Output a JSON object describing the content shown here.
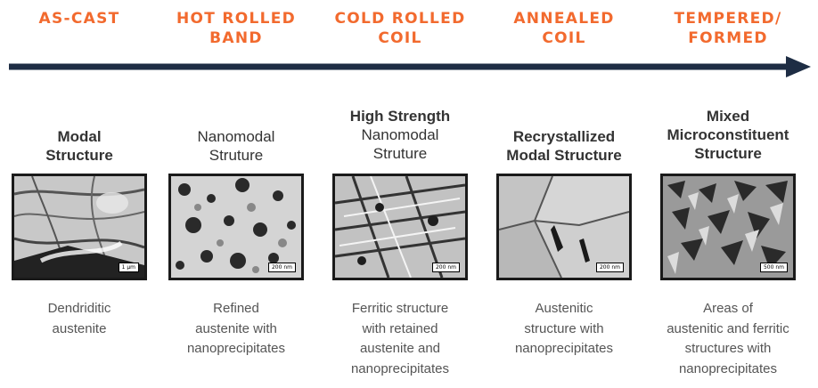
{
  "colors": {
    "stage_accent": "#f26a2e",
    "arrow": "#1e2d44",
    "title": "#333333",
    "description": "#555555"
  },
  "stages": [
    {
      "stage_lines": [
        "AS-CAST"
      ],
      "title_lines": [
        {
          "text": "Modal",
          "bold": true
        },
        {
          "text": "Structure",
          "bold": true
        }
      ],
      "image_name": "modal-structure-micrograph",
      "scale_label": "1 µm",
      "description_lines": [
        "Dendriditic",
        "austenite"
      ]
    },
    {
      "stage_lines": [
        "HOT ROLLED",
        "BAND"
      ],
      "title_lines": [
        {
          "text": "Nanomodal",
          "bold": false
        },
        {
          "text": "Struture",
          "bold": false
        }
      ],
      "image_name": "nanomodal-structure-micrograph",
      "scale_label": "200 nm",
      "description_lines": [
        "Refined",
        "austenite with",
        "nanoprecipitates"
      ]
    },
    {
      "stage_lines": [
        "COLD ROLLED",
        "COIL"
      ],
      "title_lines": [
        {
          "text": "High Strength",
          "bold": true
        },
        {
          "text": "Nanomodal",
          "bold": false
        },
        {
          "text": "Struture",
          "bold": false
        }
      ],
      "image_name": "high-strength-nanomodal-micrograph",
      "scale_label": "200 nm",
      "description_lines": [
        "Ferritic structure",
        "with retained",
        "austenite and",
        "nanoprecipitates"
      ]
    },
    {
      "stage_lines": [
        "ANNEALED",
        "COIL"
      ],
      "title_lines": [
        {
          "text": "Recrystallized",
          "bold": true
        },
        {
          "text": "Modal Structure",
          "bold": true
        }
      ],
      "image_name": "recrystallized-modal-micrograph",
      "scale_label": "200 nm",
      "description_lines": [
        "Austenitic",
        "structure with",
        "nanoprecipitates"
      ]
    },
    {
      "stage_lines": [
        "TEMPERED/",
        "FORMED"
      ],
      "title_lines": [
        {
          "text": "Mixed",
          "bold": true
        },
        {
          "text": "Microconstituent",
          "bold": true
        },
        {
          "text": "Structure",
          "bold": true
        }
      ],
      "image_name": "mixed-microconstituent-micrograph",
      "scale_label": "500 nm",
      "description_lines": [
        "Areas of",
        "austenitic and ferritic",
        "structures with",
        "nanoprecipitates"
      ]
    }
  ]
}
